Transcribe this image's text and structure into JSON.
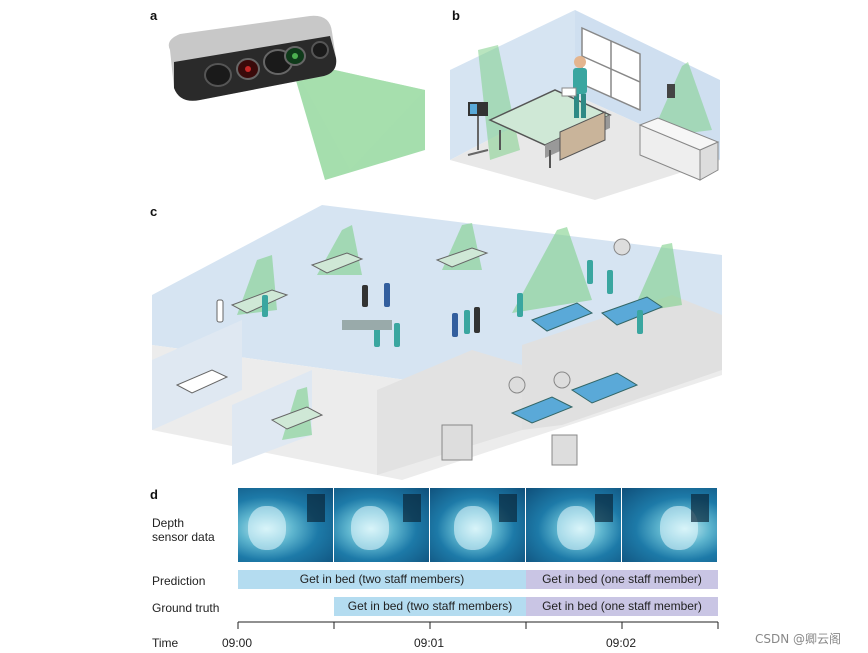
{
  "panels": {
    "a": "a",
    "b": "b",
    "c": "c",
    "d": "d"
  },
  "timeline": {
    "rows": {
      "depth": "Depth\nsensor data",
      "prediction": "Prediction",
      "ground_truth": "Ground truth",
      "time": "Time"
    },
    "prediction": [
      {
        "label": "Get in bed (two staff members)",
        "color": "#b4dcf0",
        "start_min": 0.0,
        "end_min": 1.5
      },
      {
        "label": "Get in bed (one staff member)",
        "color": "#c9c5e4",
        "start_min": 1.5,
        "end_min": 2.5
      }
    ],
    "ground_truth": [
      {
        "label": "Get in bed (two staff members)",
        "color": "#b4dcf0",
        "start_min": 0.5,
        "end_min": 1.5
      },
      {
        "label": "Get in bed (one staff member)",
        "color": "#c9c5e4",
        "start_min": 1.5,
        "end_min": 2.5
      }
    ],
    "ticks": [
      "09:00",
      "09:01",
      "09:02"
    ],
    "frames": 5
  },
  "watermark": "CSDN @卿云阁",
  "colors": {
    "sensor_green": "#7fd08a",
    "wall_blue": "#d6e4f2",
    "floor_gray": "#e6e6e6",
    "bed_blue": "#5aa9d8",
    "staff_teal": "#3aa6a0"
  }
}
